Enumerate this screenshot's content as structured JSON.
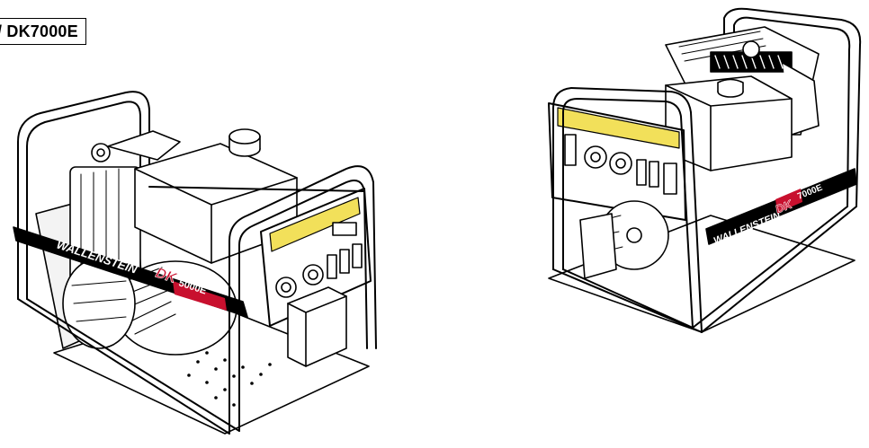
{
  "page": {
    "model_label": "/ DK7000E"
  },
  "left_generator": {
    "brand": "WALLENSTEIN",
    "series_mark": "DK",
    "model_decal": "5000E"
  },
  "right_generator": {
    "brand": "WALLENSTEIN",
    "series_mark": "DK",
    "model_decal": "7000E"
  },
  "colors": {
    "decal_red": "#c8102e",
    "panel_yellow": "#f2e05a",
    "line": "#000000"
  }
}
